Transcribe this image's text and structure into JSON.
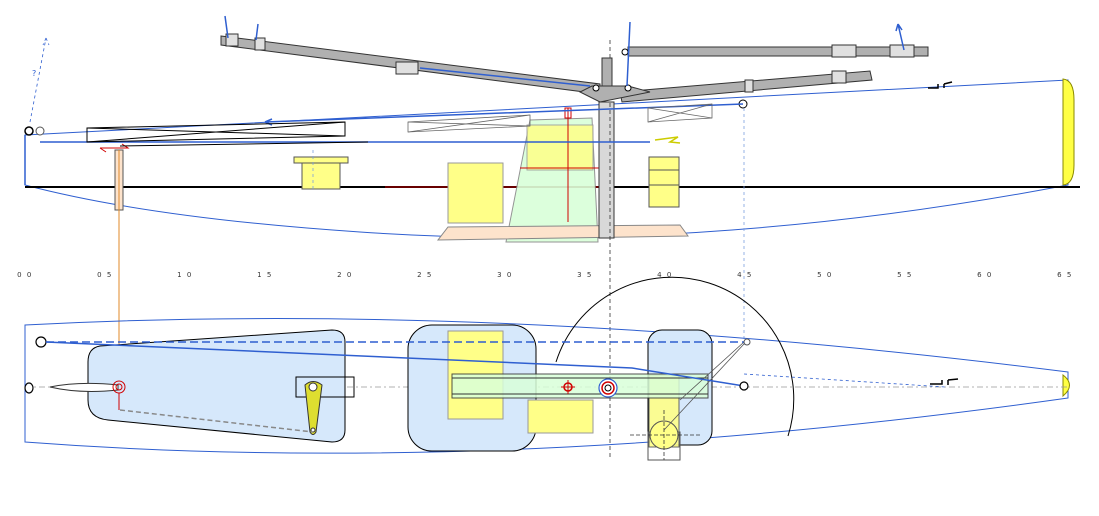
{
  "scale_ticks": [
    "0 0",
    "0 5",
    "1 0",
    "1 5",
    "2 0",
    "2 5",
    "3 0",
    "3 5",
    "4 0",
    "4 5",
    "5 0",
    "5 5",
    "6 0",
    "6 5"
  ],
  "annotation": "?",
  "colors": {
    "hull_outline": "#2f5fd0",
    "rigging": "#2f5fd0",
    "spar": "#b0b0b0",
    "yellow_fill": "#ffff88",
    "fin_fill": "#d9ffd9",
    "bulb_fill": "#fde3cc",
    "hatch_fill": "#d6e8fb",
    "centerline_red": "#d00000"
  }
}
